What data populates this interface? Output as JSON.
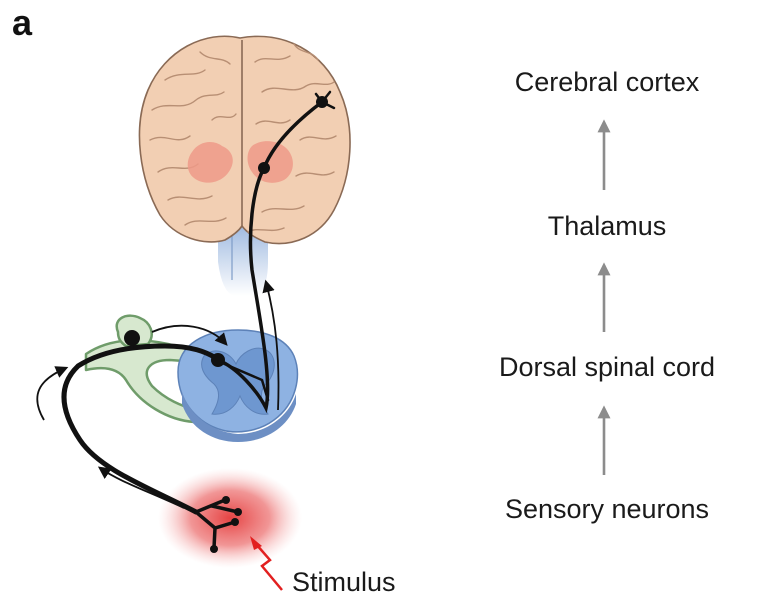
{
  "panel_label": "a",
  "pathway": {
    "levels": [
      "Cerebral cortex",
      "Thalamus",
      "Dorsal spinal cord",
      "Sensory neurons"
    ]
  },
  "stimulus_label": "Stimulus",
  "colors": {
    "brain": "#f2cfb3",
    "brain_outline": "#8a6a55",
    "thalamus_highlight": "#ee9a88",
    "brainstem": "#9bb7df",
    "spinal_cord": "#8eb2e2",
    "dorsal_root_ganglion": "#d7e8cf",
    "ganglion_outline": "#6f9c6a",
    "neuron": "#111111",
    "stimulus_glow": "#e43a3a",
    "arrow_gray": "#8c8c8c",
    "stimulus_bolt": "#e22020"
  }
}
